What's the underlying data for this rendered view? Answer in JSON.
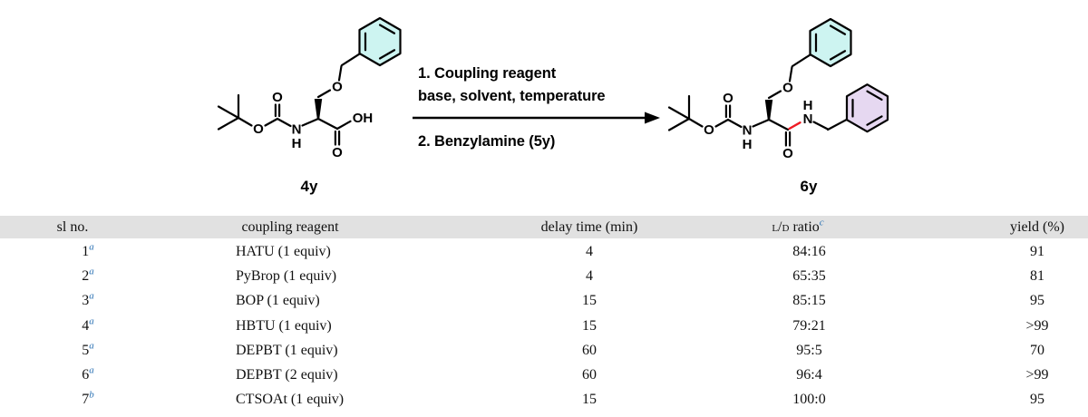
{
  "scheme": {
    "conditions_line1": "1. Coupling reagent",
    "conditions_line2": "base, solvent, temperature",
    "conditions_line3": "2. Benzylamine (5y)",
    "reactant_label": "4y",
    "product_label": "6y",
    "atoms": {
      "oxygen": "O",
      "nitrogen": "N",
      "hydrogen": "H",
      "hydroxyl": "OH"
    }
  },
  "colors": {
    "benzyl_ether_ring_highlight": "#cdf4f1",
    "benzylamine_ring_highlight": "#e6d8f1",
    "new_amide_bond_red": "#ee1b24",
    "footnote_blue": "#2e74b5",
    "table_header_gray": "#e1e1e1"
  },
  "table": {
    "col_sl": "sl no.",
    "col_reagent": "coupling reagent",
    "col_delay": "delay time (min)",
    "col_ratio_sc": "l/d",
    "col_ratio_rest": "ratio",
    "col_ratio_sup": "c",
    "col_yield": "yield (%)",
    "rows": [
      {
        "sl": "1",
        "sup": "a",
        "reagent": "HATU (1 equiv)",
        "delay": "4",
        "ratio": "84:16",
        "yield": "91"
      },
      {
        "sl": "2",
        "sup": "a",
        "reagent": "PyBrop (1 equiv)",
        "delay": "4",
        "ratio": "65:35",
        "yield": "81"
      },
      {
        "sl": "3",
        "sup": "a",
        "reagent": "BOP (1 equiv)",
        "delay": "15",
        "ratio": "85:15",
        "yield": "95"
      },
      {
        "sl": "4",
        "sup": "a",
        "reagent": "HBTU (1 equiv)",
        "delay": "15",
        "ratio": "79:21",
        "yield": ">99"
      },
      {
        "sl": "5",
        "sup": "a",
        "reagent": "DEPBT (1 equiv)",
        "delay": "60",
        "ratio": "95:5",
        "yield": "70"
      },
      {
        "sl": "6",
        "sup": "a",
        "reagent": "DEPBT (2 equiv)",
        "delay": "60",
        "ratio": "96:4",
        "yield": ">99"
      },
      {
        "sl": "7",
        "sup": "b",
        "reagent": "CTSOAt (1 equiv)",
        "delay": "15",
        "ratio": "100:0",
        "yield": "95"
      }
    ]
  }
}
